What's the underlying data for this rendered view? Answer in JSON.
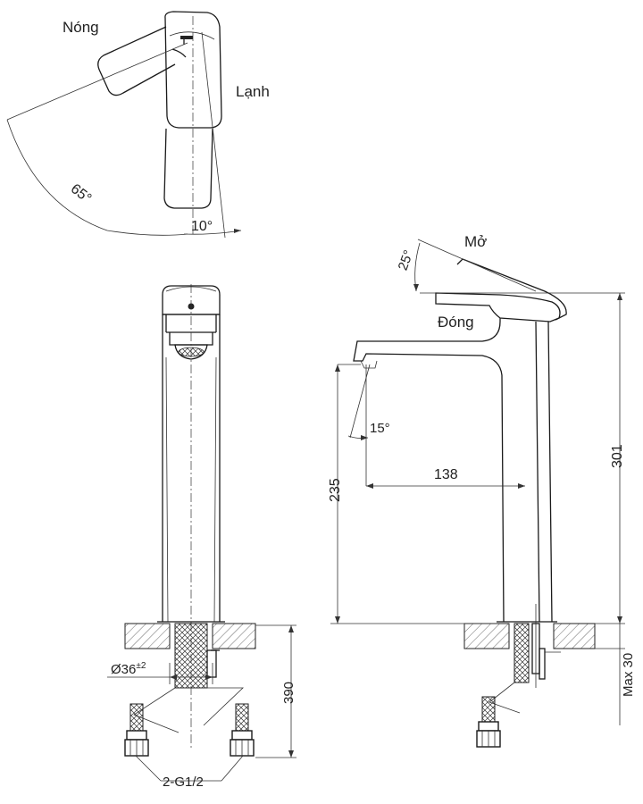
{
  "top_view": {
    "label_hot": "Nóng",
    "label_cold": "Lạnh",
    "angle_swing": "65°",
    "angle_offset": "10°"
  },
  "side_view": {
    "label_open": "Mở",
    "label_closed": "Đóng",
    "angle_lever": "25°",
    "angle_spout": "15°",
    "dim_reach": "138",
    "dim_spout_height": "235",
    "dim_total_height": "301",
    "dim_max_deck": "Max 30"
  },
  "front_view": {
    "dim_hole_diameter": "Ø36",
    "dim_hole_tolerance": "±2",
    "dim_hose_length": "390",
    "label_connection": "2-G1/2"
  }
}
